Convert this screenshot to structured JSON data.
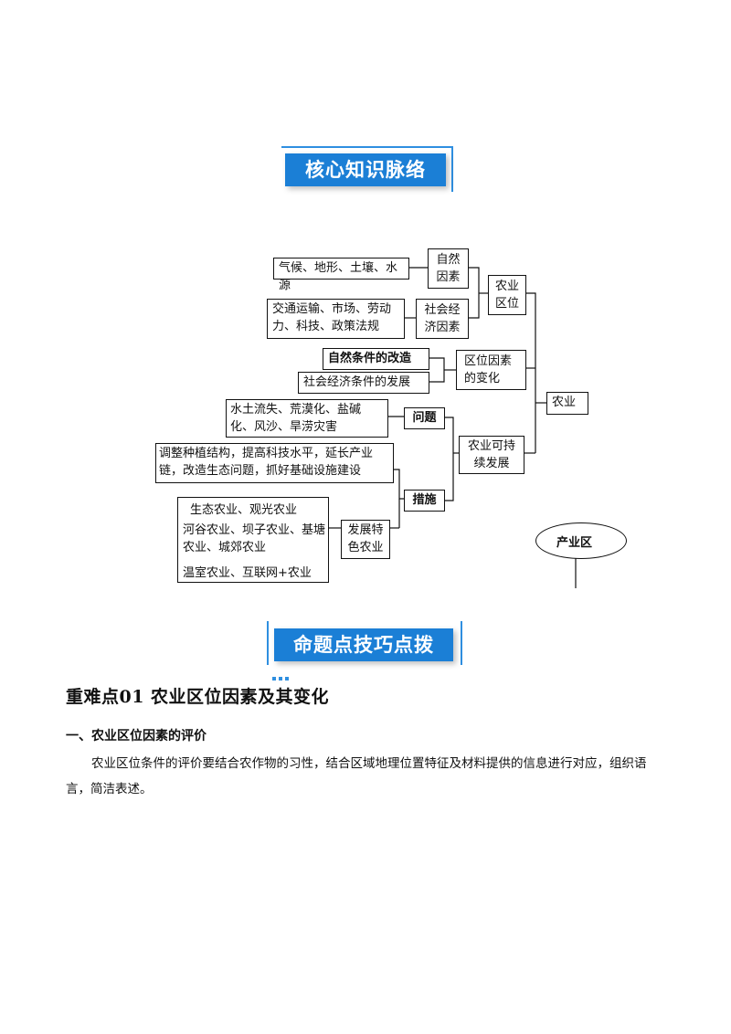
{
  "banner1": {
    "label": "核心知识脉络"
  },
  "banner2": {
    "label": "命题点技巧点拨"
  },
  "diagram": {
    "natural_items": "气候、地形、土壤、水源",
    "natural_factors": "自然因素",
    "social_items": "交通运输、市场、劳动力、科技、政策法规",
    "social_factors": "社会经济因素",
    "location": "农业区位",
    "natural_change": "自然条件的改造",
    "social_change": "社会经济条件的发展",
    "factor_change": "区位因素的变化",
    "agriculture": "农业",
    "problem_items": "水土流失、荒漠化、盐碱化、风沙、旱涝灾害",
    "problem": "问题",
    "sustainable": "农业可持续发展",
    "measure_items": "调整种植结构，提高科技水平，延长产业链，改造生态问题，抓好基础设施建设",
    "measures": "措施",
    "special_1": "生态农业、观光农业",
    "special_2": "河谷农业、坝子农业、基塘农业、城郊农业",
    "special_3": "温室农业、互联网+农业",
    "special": "发展特色农业",
    "industry": "产业区"
  },
  "section": {
    "heading": "重难点01  农业区位因素及其变化",
    "subheading": "一、农业区位因素的评价",
    "paragraph": "农业区位条件的评价要结合农作物的习性，结合区域地理位置特征及材料提供的信息进行对应，组织语言，简洁表述。"
  }
}
